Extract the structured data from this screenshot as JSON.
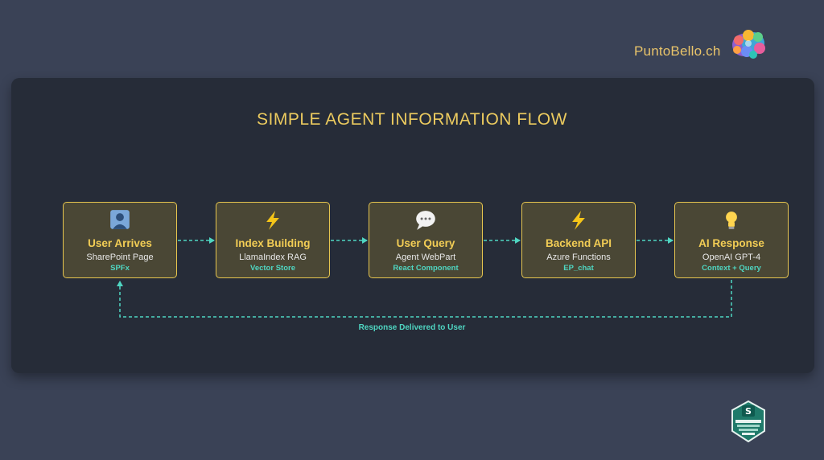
{
  "brand": {
    "name": "PuntoBello.ch",
    "logo_icon": "colorful-brain-logo"
  },
  "diagram": {
    "title": "SIMPLE AGENT INFORMATION FLOW",
    "nodes": [
      {
        "icon": "user-silhouette-icon",
        "title": "User Arrives",
        "subtitle": "SharePoint Page",
        "tag": "SPFx"
      },
      {
        "icon": "lightning-icon",
        "title": "Index Building",
        "subtitle": "LlamaIndex RAG",
        "tag": "Vector Store"
      },
      {
        "icon": "speech-bubble-icon",
        "title": "User Query",
        "subtitle": "Agent WebPart",
        "tag": "React Component"
      },
      {
        "icon": "lightning-icon",
        "title": "Backend API",
        "subtitle": "Azure Functions",
        "tag": "EP_chat"
      },
      {
        "icon": "lightbulb-icon",
        "title": "AI Response",
        "subtitle": "OpenAI GPT-4",
        "tag": "Context + Query"
      }
    ],
    "loop_label": "Response Delivered to User"
  },
  "colors": {
    "background": "#3a4256",
    "panel": "#262c38",
    "accent_yellow": "#e7c64f",
    "accent_teal": "#4fd6c2",
    "node_fill": "#4a4735"
  },
  "footer": {
    "badge_icon": "sharepoint-hackathon-badge",
    "badge_letter": "S"
  }
}
